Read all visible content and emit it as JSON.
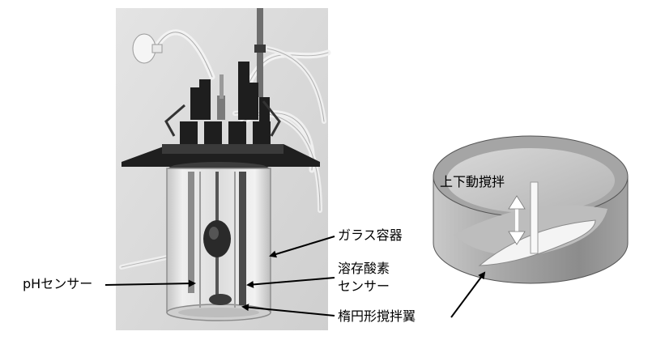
{
  "labels": {
    "glass_vessel": "ガラス容器",
    "ph_sensor": "pHセンサー",
    "do_sensor_line1": "溶存酸素",
    "do_sensor_line2": "センサー",
    "impeller": "楕円形撹拌翼",
    "vertical_stirring": "上下動撹拌"
  },
  "colors": {
    "photo_background": "#d6d6d6",
    "arrow": "#000000",
    "cylinder_gray": "#9a9a9a"
  }
}
